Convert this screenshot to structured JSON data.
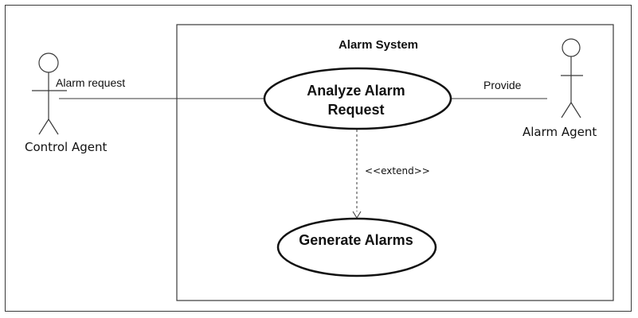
{
  "diagram": {
    "system": {
      "title": "Alarm System"
    },
    "use_cases": [
      {
        "label": "Analyze Alarm Request"
      },
      {
        "label": "Generate Alarms"
      }
    ],
    "actors": [
      {
        "label": "Control Agent"
      },
      {
        "label": "Alarm Agent"
      }
    ],
    "associations": [
      {
        "label": "Alarm request"
      },
      {
        "label": "Provide"
      }
    ],
    "relationship": {
      "label": "<<extend>>"
    }
  }
}
